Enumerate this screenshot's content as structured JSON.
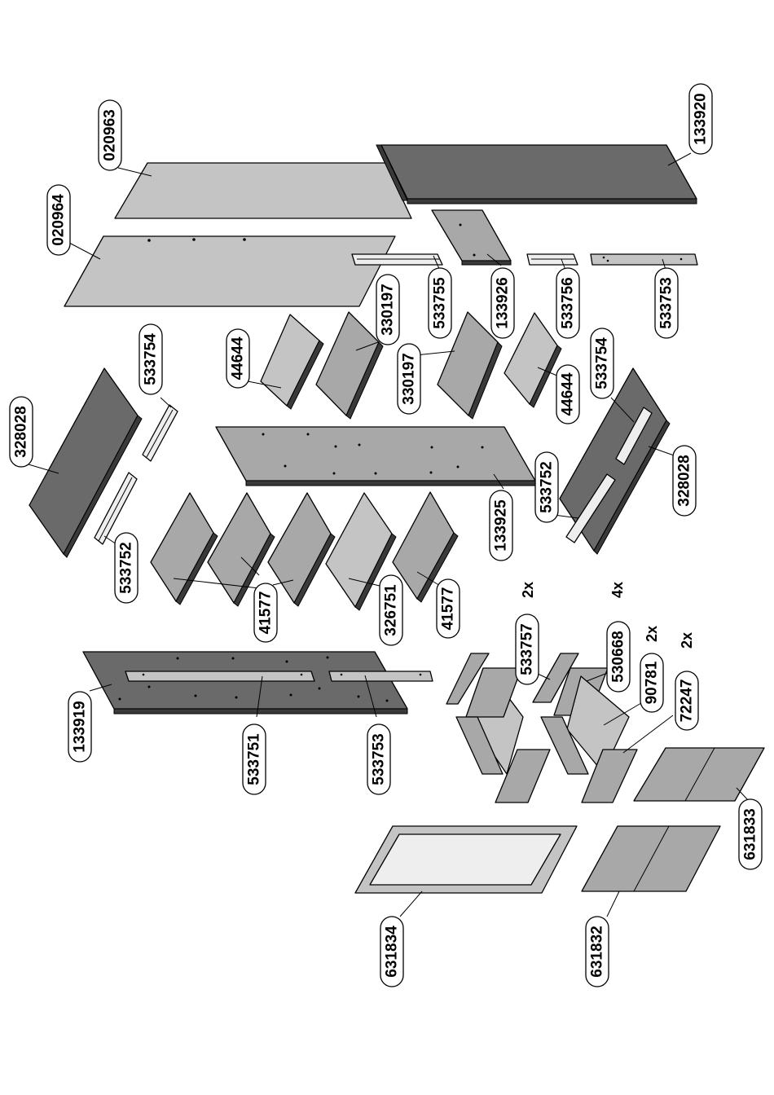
{
  "colors": {
    "light_panel": "#c4c4c4",
    "medium_panel": "#a8a8a8",
    "dark_panel": "#6a6a6a",
    "window": "#eeeeee",
    "outline": "#000000"
  },
  "labels": [
    {
      "id": "l-020963",
      "text": "020963",
      "part": "panel-020963"
    },
    {
      "id": "l-020964",
      "text": "020964",
      "part": "panel-020964"
    },
    {
      "id": "l-133920",
      "text": "133920",
      "part": "panel-133920"
    },
    {
      "id": "l-533755",
      "text": "533755",
      "part": "rail-533755"
    },
    {
      "id": "l-133926",
      "text": "133926",
      "part": "panel-133926"
    },
    {
      "id": "l-533756",
      "text": "533756",
      "part": "rail-533756"
    },
    {
      "id": "l-533753a",
      "text": "533753",
      "part": "rail-533753-top"
    },
    {
      "id": "l-330197a",
      "text": "330197",
      "part": "shelf-330197-a"
    },
    {
      "id": "l-44644a",
      "text": "44644",
      "part": "shelf-44644-a"
    },
    {
      "id": "l-330197b",
      "text": "330197",
      "part": "shelf-330197-b"
    },
    {
      "id": "l-44644b",
      "text": "44644",
      "part": "shelf-44644-b"
    },
    {
      "id": "l-533754a",
      "text": "533754",
      "part": "rail-533754-left"
    },
    {
      "id": "l-533754b",
      "text": "533754",
      "part": "rail-533754-right"
    },
    {
      "id": "l-328028a",
      "text": "328028",
      "part": "panel-328028-left"
    },
    {
      "id": "l-328028b",
      "text": "328028",
      "part": "panel-328028-right"
    },
    {
      "id": "l-533752a",
      "text": "533752",
      "part": "rail-533752-left"
    },
    {
      "id": "l-533752b",
      "text": "533752",
      "part": "rail-533752-right"
    },
    {
      "id": "l-133925",
      "text": "133925",
      "part": "panel-133925"
    },
    {
      "id": "l-41577a",
      "text": "41577",
      "part": "shelf-41577"
    },
    {
      "id": "l-326751",
      "text": "326751",
      "part": "shelf-326751"
    },
    {
      "id": "l-41577b",
      "text": "41577",
      "part": "shelf-41577-b"
    },
    {
      "id": "l-533757",
      "text": "533757",
      "part": "drawer-side-533757"
    },
    {
      "id": "l-530668",
      "text": "530668",
      "part": "drawer-side-530668"
    },
    {
      "id": "l-90781",
      "text": "90781",
      "part": "drawer-bottom-90781"
    },
    {
      "id": "l-72247",
      "text": "72247",
      "part": "drawer-front-72247"
    },
    {
      "id": "l-133919",
      "text": "133919",
      "part": "panel-133919"
    },
    {
      "id": "l-533751",
      "text": "533751",
      "part": "rail-533751"
    },
    {
      "id": "l-533753b",
      "text": "533753",
      "part": "rail-533753-bottom"
    },
    {
      "id": "l-631833",
      "text": "631833",
      "part": "door-631833"
    },
    {
      "id": "l-631834",
      "text": "631834",
      "part": "frame-631834"
    },
    {
      "id": "l-631832",
      "text": "631832",
      "part": "door-631832"
    }
  ],
  "quantities": [
    {
      "id": "q-533757",
      "text": "2x"
    },
    {
      "id": "q-530668",
      "text": "4x"
    },
    {
      "id": "q-90781",
      "text": "2x"
    },
    {
      "id": "q-72247",
      "text": "2x"
    }
  ]
}
